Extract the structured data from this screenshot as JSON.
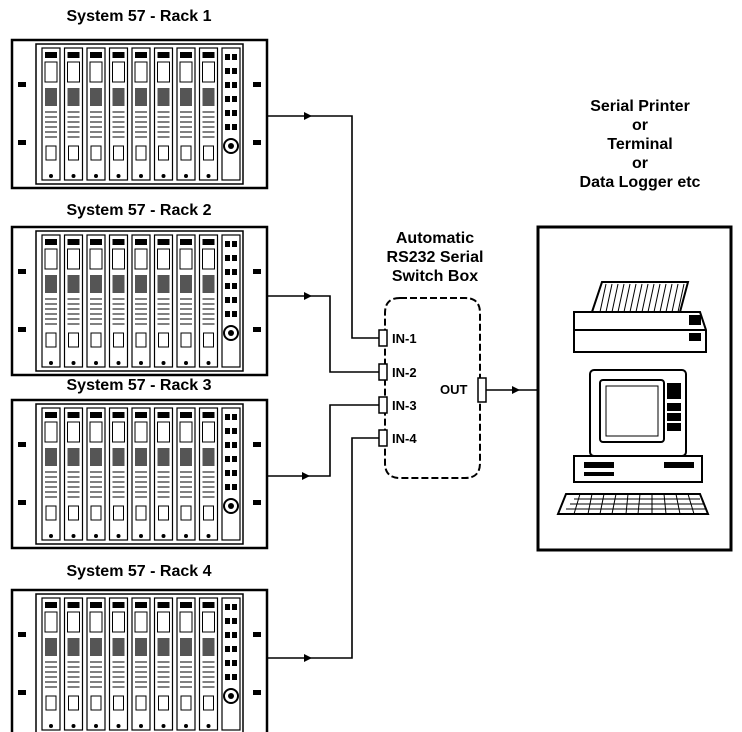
{
  "racks": [
    {
      "title": "System 57 - Rack 1"
    },
    {
      "title": "System 57 - Rack 2"
    },
    {
      "title": "System 57 - Rack 3"
    },
    {
      "title": "System 57 - Rack 4"
    }
  ],
  "switch_box": {
    "title_lines": [
      "Automatic",
      "RS232 Serial",
      "Switch Box"
    ],
    "inputs": [
      "IN-1",
      "IN-2",
      "IN-3",
      "IN-4"
    ],
    "output": "OUT"
  },
  "output_device": {
    "title_lines": [
      "Serial Printer",
      "or",
      "Terminal",
      "or",
      "Data Logger etc"
    ]
  }
}
